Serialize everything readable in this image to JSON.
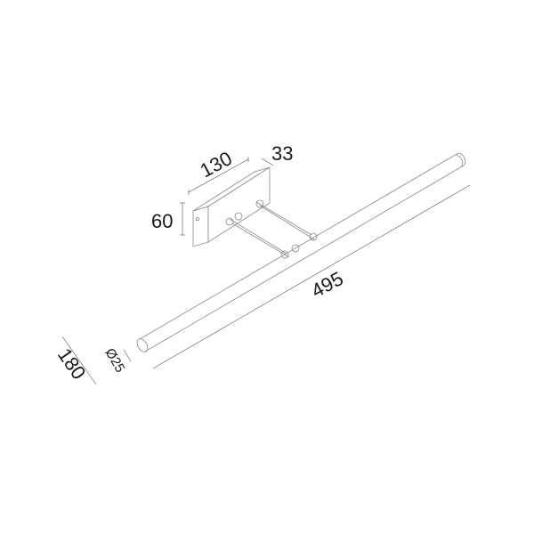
{
  "drawing": {
    "type": "technical-line-drawing",
    "subject": "wall picture light with rectangular base and tubular bar",
    "units": "mm",
    "line_color": "#8a8a8a",
    "dimension_line_color": "#555555",
    "text_color": "#1a1a1a",
    "dimensions": {
      "base_width": "130",
      "base_depth": "33",
      "base_height": "60",
      "bar_length": "495",
      "projection": "180",
      "tube_diameter": "Ø25"
    }
  }
}
